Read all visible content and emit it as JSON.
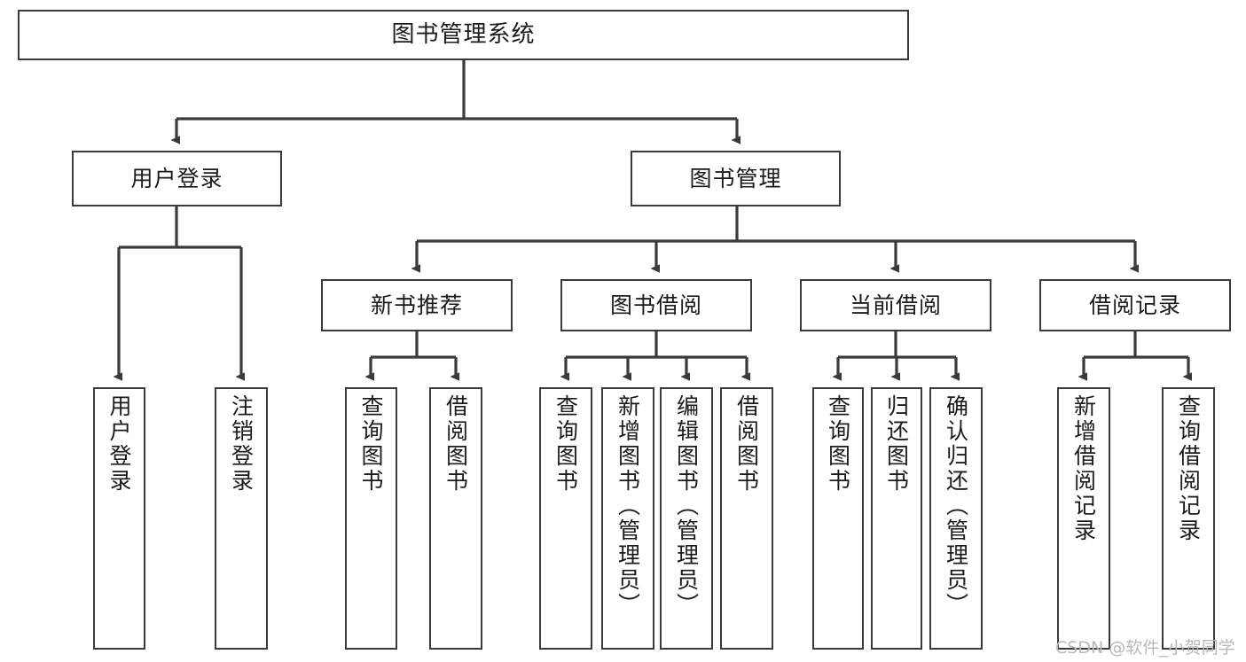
{
  "diagram": {
    "title": "图书管理系统",
    "type": "tree-hierarchy",
    "orientation": "top-down",
    "colors": {
      "node_border": "#3a3a3a",
      "node_fill": "#ffffff",
      "edge": "#3a3a3a",
      "text": "#1b1b1b",
      "watermark": "#b9b9b9"
    },
    "root": {
      "label": "图书管理系统"
    },
    "level2": [
      {
        "id": "user-login",
        "label": "用户登录"
      },
      {
        "id": "book-management",
        "label": "图书管理"
      }
    ],
    "level3": [
      {
        "id": "new-book-recommend",
        "label": "新书推荐"
      },
      {
        "id": "book-borrow",
        "label": "图书借阅"
      },
      {
        "id": "current-borrow",
        "label": "当前借阅"
      },
      {
        "id": "borrow-record",
        "label": "借阅记录"
      }
    ],
    "leaves": {
      "user_login": [
        {
          "id": "leaf-user-login",
          "label": "用户登录"
        },
        {
          "id": "leaf-logout-login",
          "label": "注销登录"
        }
      ],
      "new_book_recommend": [
        {
          "id": "leaf-query-book-1",
          "label": "查询图书"
        },
        {
          "id": "leaf-borrow-book-1",
          "label": "借阅图书"
        }
      ],
      "book_borrow": [
        {
          "id": "leaf-query-book-2",
          "label": "查询图书"
        },
        {
          "id": "leaf-add-book",
          "label": "新增图书（管理员）"
        },
        {
          "id": "leaf-edit-book",
          "label": "编辑图书（管理员）"
        },
        {
          "id": "leaf-borrow-book-2",
          "label": "借阅图书"
        }
      ],
      "current_borrow": [
        {
          "id": "leaf-query-book-3",
          "label": "查询图书"
        },
        {
          "id": "leaf-return-book",
          "label": "归还图书"
        },
        {
          "id": "leaf-confirm-return",
          "label": "确认归还（管理员）"
        }
      ],
      "borrow_record": [
        {
          "id": "leaf-add-record",
          "label": "新增借阅记录"
        },
        {
          "id": "leaf-query-record",
          "label": "查询借阅记录"
        }
      ]
    }
  },
  "watermark": {
    "text": "CSDN @软件_小贺同学"
  }
}
